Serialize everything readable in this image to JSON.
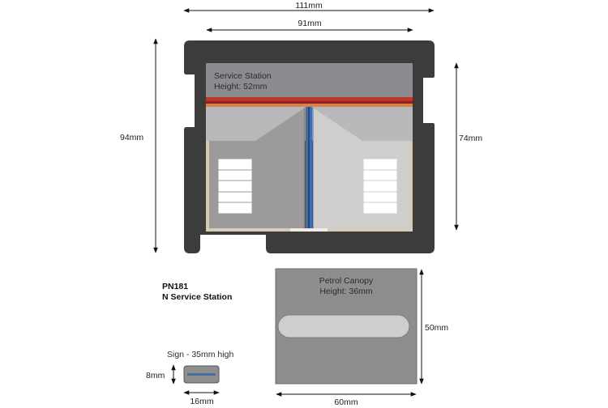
{
  "dimensions": {
    "outer_width": "111mm",
    "inner_width": "91mm",
    "outer_height": "94mm",
    "inner_height": "74mm",
    "canopy_height_dim": "50mm",
    "canopy_width_dim": "60mm",
    "sign_height_dim": "8mm",
    "sign_width_dim": "16mm"
  },
  "building": {
    "name": "Service Station",
    "height": "Height: 52mm"
  },
  "canopy": {
    "name": "Petrol Canopy",
    "height": "Height: 36mm"
  },
  "sign": {
    "label": "Sign - 35mm high"
  },
  "product": {
    "code": "PN181",
    "name": "N Service Station"
  },
  "colors": {
    "base": "#3c3c3c",
    "roof_top": "#8c8c90",
    "stripe_red": "#c0362e",
    "stripe_dark": "#7a2a2a",
    "stripe_orange": "#d8804a",
    "roof_front": "#b9b9bb",
    "wall_left": "#9d9a9c",
    "wall_right": "#cfcecc",
    "blue_pipe": "#3f6fae",
    "canopy": "#8e8e90",
    "canopy_bar": "#cfcecc",
    "sign_fill": "#8e8e90",
    "sign_bar": "#3f6fae"
  }
}
